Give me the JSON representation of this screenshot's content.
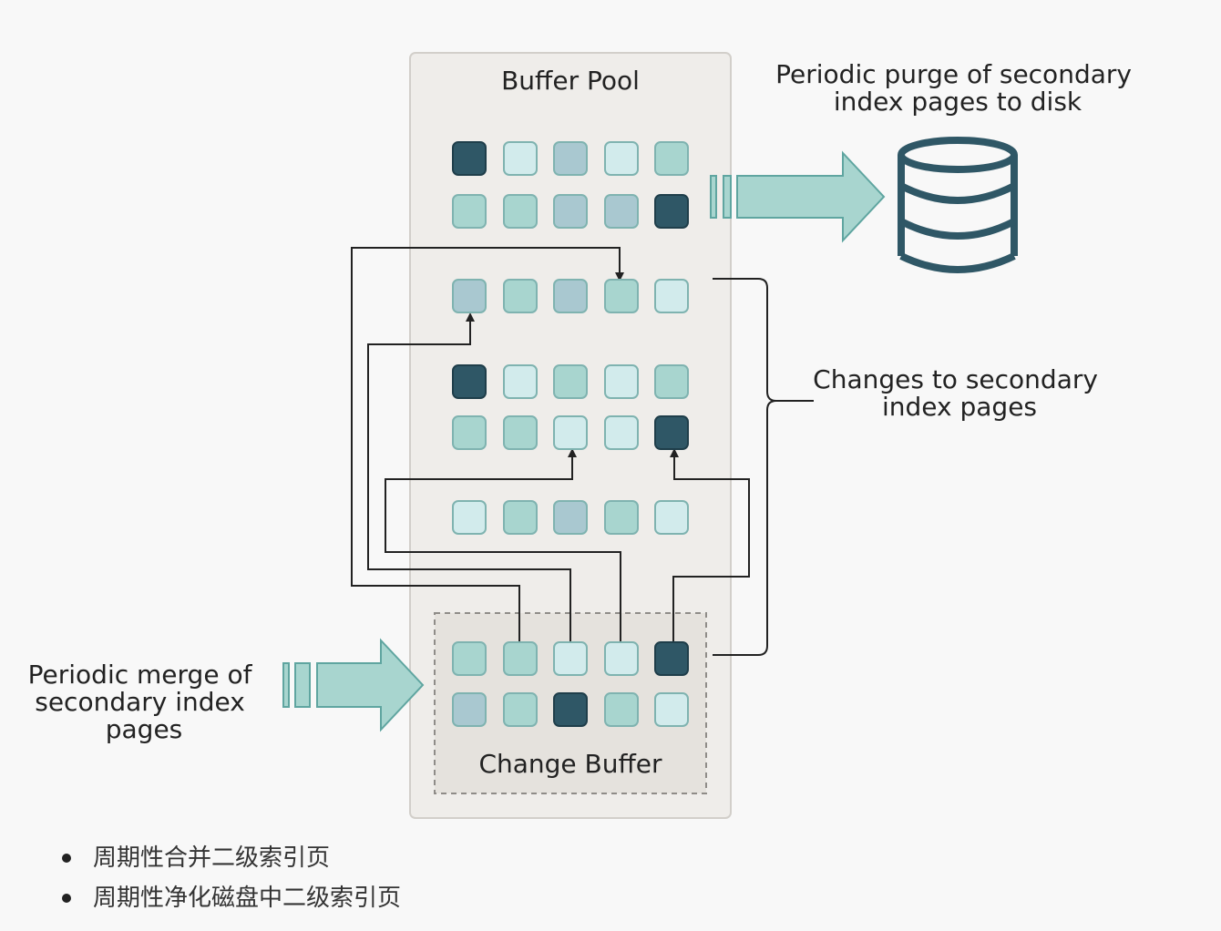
{
  "diagram": {
    "buffer_pool_title": "Buffer Pool",
    "change_buffer_title": "Change Buffer",
    "purge_label": [
      "Periodic purge of secondary",
      "index pages to disk"
    ],
    "changes_label": [
      "Changes to secondary",
      "index pages"
    ],
    "merge_label": [
      "Periodic merge of",
      "secondary index",
      "pages"
    ]
  },
  "colors": {
    "dark": "#2f5766",
    "teal": "#a8d5cf",
    "light": "#d2ebec",
    "blue_gray": "#a9c8d0",
    "arrow_fill": "#a8d5cf",
    "arrow_stroke": "#5fa5a0",
    "db_stroke": "#2f5766"
  },
  "page_grid": {
    "buffer_pool_rows": [
      [
        "dark",
        "light",
        "blue_gray",
        "light",
        "teal"
      ],
      [
        "teal",
        "teal",
        "blue_gray",
        "blue_gray",
        "dark"
      ],
      [
        "blue_gray",
        "teal",
        "blue_gray",
        "teal",
        "light"
      ],
      [
        "dark",
        "light",
        "teal",
        "light",
        "teal"
      ],
      [
        "teal",
        "teal",
        "light",
        "light",
        "dark"
      ],
      [
        "light",
        "teal",
        "blue_gray",
        "teal",
        "light"
      ]
    ],
    "change_buffer_rows": [
      [
        "teal",
        "teal",
        "light",
        "light",
        "dark"
      ],
      [
        "blue_gray",
        "teal",
        "dark",
        "teal",
        "light"
      ]
    ]
  },
  "legend": {
    "items": [
      "周期性合并二级索引页",
      "周期性净化磁盘中二级索引页"
    ]
  }
}
